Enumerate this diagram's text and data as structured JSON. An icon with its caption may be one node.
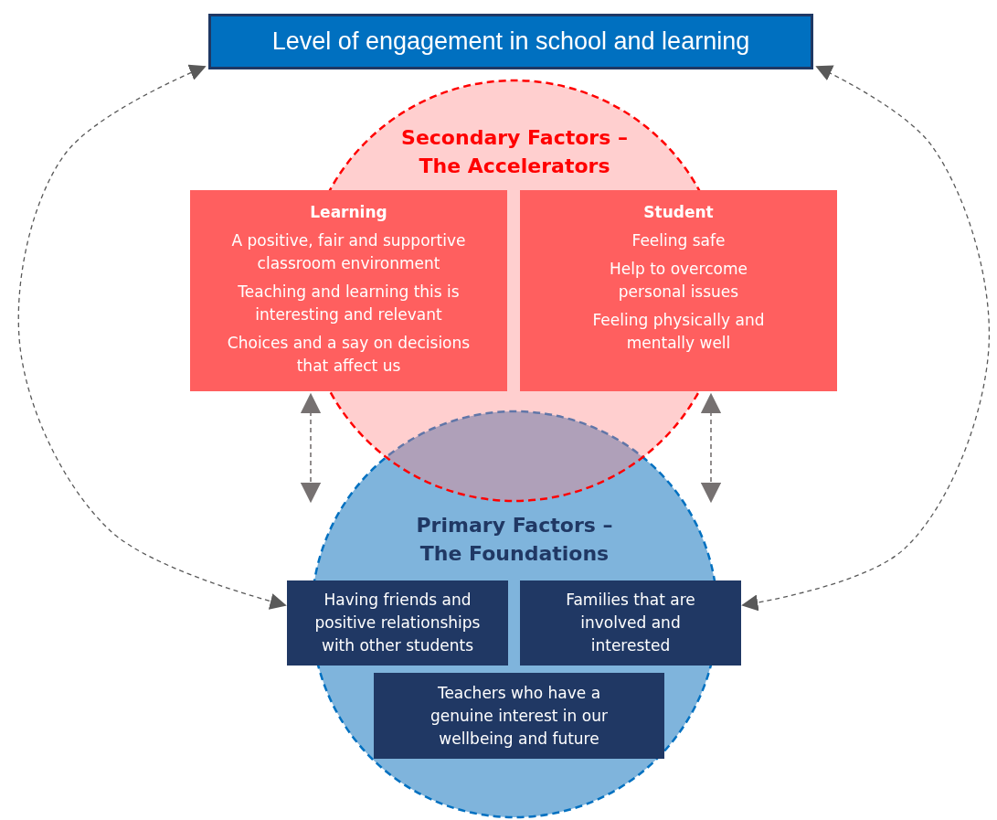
{
  "diagram": {
    "nodes": [
      {
        "text": [
          "Level of engagement in school and learning"
        ]
      },
      {
        "text": [
          "Secondary Factors – The Accelerators"
        ]
      },
      {
        "text": [
          "Learning",
          "A positive, fair and supportive classroom environment",
          "Teaching and learning this is interesting and relevant",
          "Choices and a say on decisions that affect us"
        ]
      },
      {
        "text": [
          "Student",
          "Feeling safe",
          "Help to overcome personal issues",
          "Feeling physically and mentally well"
        ]
      },
      {
        "text": [
          "Primary Factors – The Foundations"
        ]
      },
      {
        "text": [
          "Having friends and positive relationships with other students"
        ]
      },
      {
        "text": [
          "Families that are involved and interested"
        ]
      },
      {
        "text": [
          "Teachers who have a genuine interest in our wellbeing and future"
        ],
        "in": 4
      }
    ],
    "edges": [
      {
        "from": 5,
        "to": 0,
        "arrow": "both",
        "style": "dashed"
      },
      {
        "from": 6,
        "to": 0,
        "arrow": "both",
        "style": "dashed"
      },
      {
        "from": 2,
        "to": 4,
        "arrow": "both",
        "style": "dashed",
        "color": "#767171"
      },
      {
        "from": 3,
        "to": 4,
        "arrow": "both",
        "style": "dashed",
        "color": "#767171"
      }
    ]
  }
}
